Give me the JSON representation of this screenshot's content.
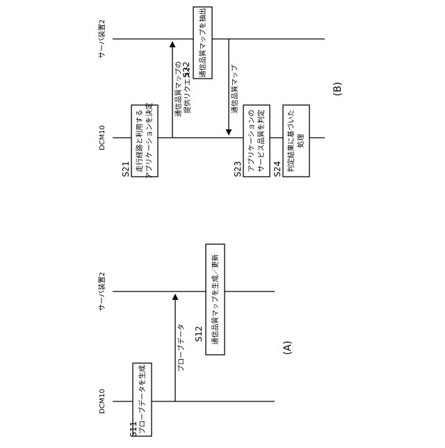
{
  "figure": {
    "panel_a": {
      "caption": "(A)",
      "lifelines": {
        "dcm": "DCM10",
        "server": "サーバ装置2"
      },
      "steps": [
        {
          "id": "S11",
          "text": "プローブデータを生成"
        },
        {
          "id": "S12",
          "text": "通信品質マップを生成／更新"
        }
      ],
      "messages": [
        {
          "text": "プローブデータ"
        }
      ]
    },
    "panel_b": {
      "caption": "(B)",
      "lifelines": {
        "dcm": "DCM10",
        "server": "サーバ装置2"
      },
      "steps": [
        {
          "id": "S21",
          "lines": [
            "走行経路と利用する",
            "アプリケーションを決定"
          ]
        },
        {
          "id": "S22",
          "lines": [
            "通信品質マップを抽出"
          ]
        },
        {
          "id": "S23",
          "lines": [
            "アプリケーションの",
            "サービス品質を判定"
          ]
        },
        {
          "id": "S24",
          "lines": [
            "判定結果に基づいた",
            "処理"
          ]
        }
      ],
      "messages": [
        {
          "lines": [
            "通信品質マップの",
            "提供リクエスト"
          ]
        },
        {
          "lines": [
            "通信品質マップ"
          ]
        }
      ]
    }
  }
}
